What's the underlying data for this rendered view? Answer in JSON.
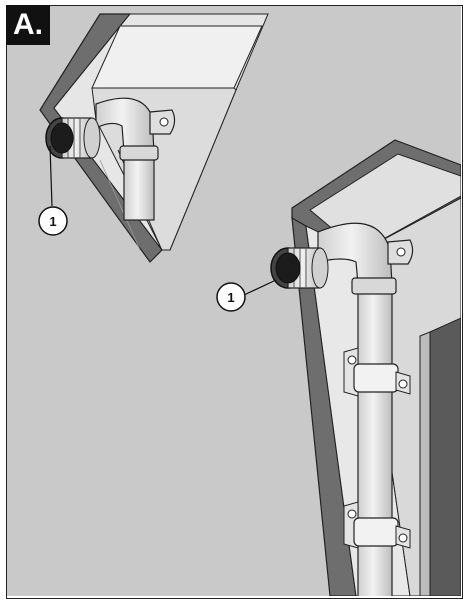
{
  "figure": {
    "panel_label": "A.",
    "callouts": [
      {
        "number": "1"
      },
      {
        "number": "1"
      }
    ]
  }
}
